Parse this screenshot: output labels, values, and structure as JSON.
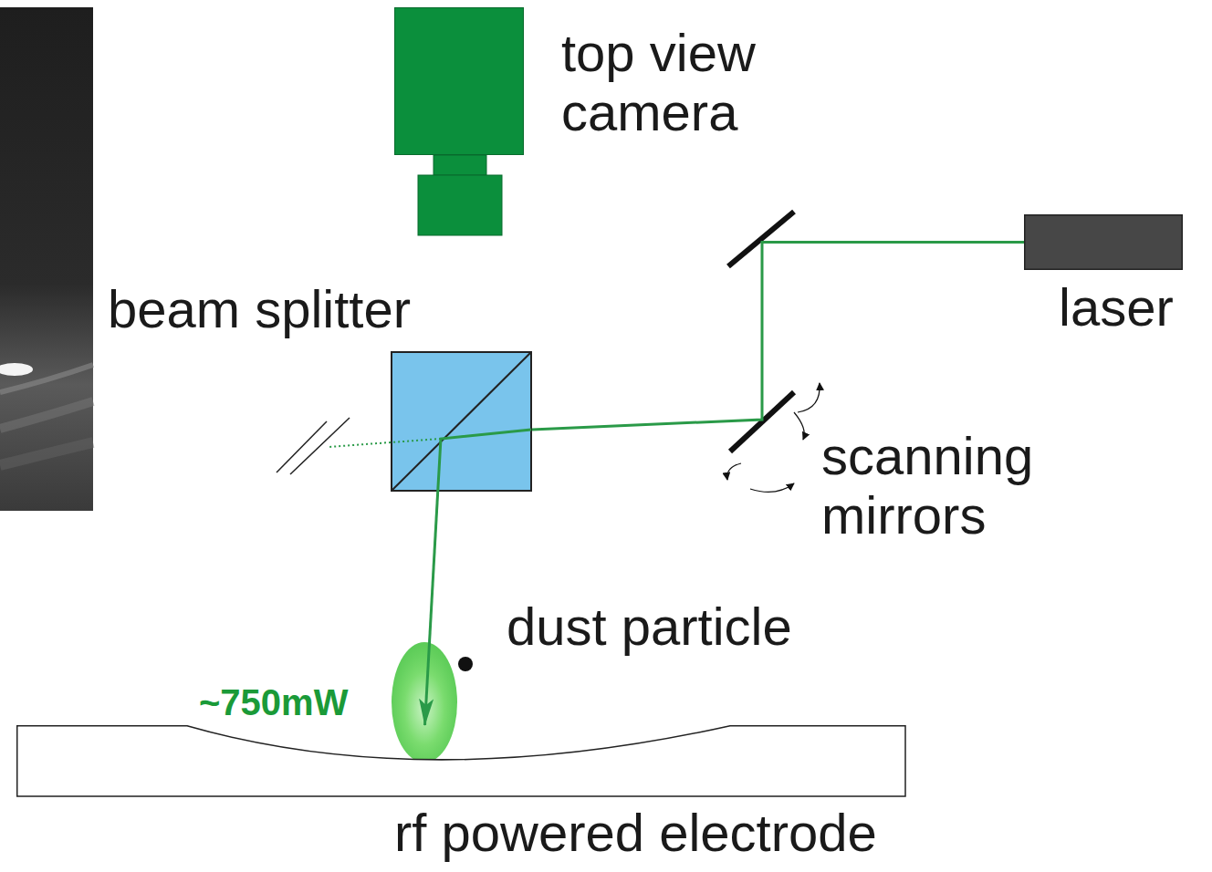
{
  "diagram": {
    "nodes": [
      {
        "text": [
          "top view camera"
        ]
      },
      {
        "text": [
          "laser"
        ]
      },
      {
        "text": [
          "beam splitter"
        ]
      },
      {
        "text": [
          "rf powered electrode"
        ]
      }
    ],
    "edges": [
      {
        "from": 1,
        "to": 2,
        "arrow": "none"
      },
      {
        "from": 2,
        "to": 3,
        "arrow": "to"
      }
    ],
    "labels": [
      "scanning mirrors",
      "dust particle",
      "~750mW"
    ]
  }
}
